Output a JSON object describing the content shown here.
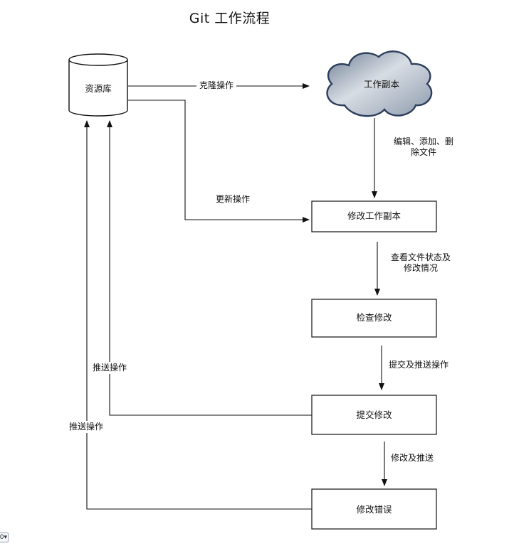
{
  "title": "Git 工作流程",
  "nodes": {
    "repo": "资源库",
    "working_copy": "工作副本",
    "modify_copy": "修改工作副本",
    "check_changes": "检查修改",
    "commit_changes": "提交修改",
    "fix_errors": "修改错误"
  },
  "edges": {
    "clone": "克隆操作",
    "update": "更新操作",
    "edit_line1": "编辑、添加、删",
    "edit_line2": "除文件",
    "check_line1": "查看文件状态及",
    "check_line2": "修改情况",
    "commit_push": "提交及推送操作",
    "modify_push": "修改及推送",
    "push_1": "推送操作",
    "push_2": "推送操作"
  },
  "ui": {
    "corner_widget": "0▾"
  }
}
